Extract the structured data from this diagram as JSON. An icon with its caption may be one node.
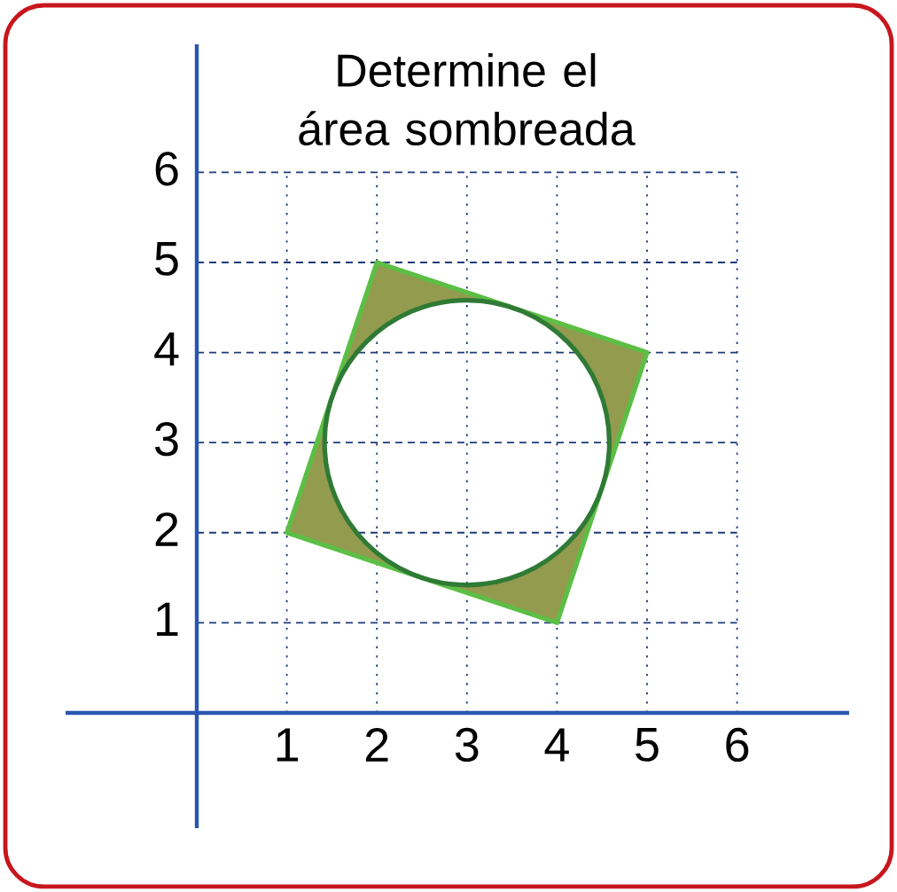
{
  "diagram": {
    "title": "Determine el área sombreada",
    "labels": [
      "6",
      "5",
      "4",
      "3",
      "2",
      "1",
      "1",
      "2",
      "3",
      "4",
      "5",
      "6"
    ]
  }
}
